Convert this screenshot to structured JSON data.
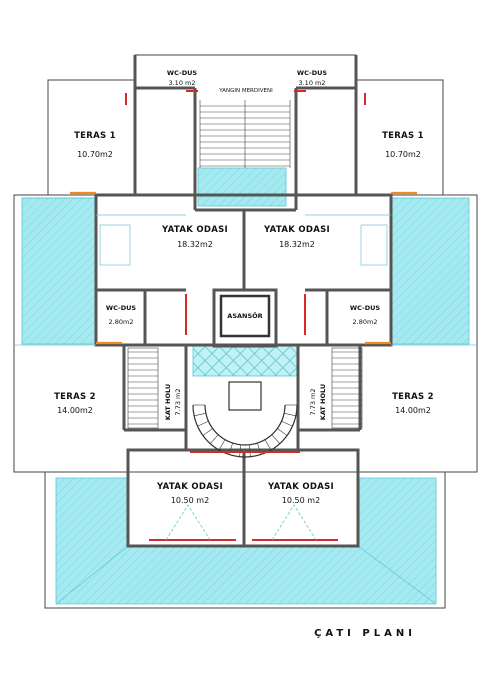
{
  "plan_title": "ÇATI PLANI",
  "rooms": {
    "wc_dus_top_left": {
      "name": "WC-DUS",
      "area": "3.10 m2"
    },
    "wc_dus_top_right": {
      "name": "WC-DUS",
      "area": "3.10 m2"
    },
    "yangin_merdiveni": {
      "name": "YANGIN MERDIVENI"
    },
    "teras1_left": {
      "name": "TERAS 1",
      "area": "10.70m2"
    },
    "teras1_right": {
      "name": "TERAS 1",
      "area": "10.70m2"
    },
    "yatak_left": {
      "name": "YATAK ODASI",
      "area": "18.32m2"
    },
    "yatak_right": {
      "name": "YATAK ODASI",
      "area": "18.32m2"
    },
    "wc_dus_mid_left": {
      "name": "WC-DUS",
      "area": "2.80m2"
    },
    "wc_dus_mid_right": {
      "name": "WC-DUS",
      "area": "2.80m2"
    },
    "asansor": {
      "name": "ASANSÖR"
    },
    "teras2_left": {
      "name": "TERAS 2",
      "area": "14.00m2"
    },
    "teras2_right": {
      "name": "TERAS 2",
      "area": "14.00m2"
    },
    "kat_holu_left": {
      "name": "KAT HOLU",
      "area": "7.73 m2"
    },
    "kat_holu_right": {
      "name": "KAT HOLU",
      "area": "7.73 m2"
    },
    "yatak_bottom_left": {
      "name": "YATAK ODASI",
      "area": "10.50 m2"
    },
    "yatak_bottom_right": {
      "name": "YATAK ODASI",
      "area": "10.50 m2"
    }
  },
  "colors": {
    "roof_fill": "#8fe3ec",
    "wall": "#555555",
    "window": "#d42a2a",
    "door": "#f08a1c",
    "thin_line": "#6cc6d3"
  }
}
